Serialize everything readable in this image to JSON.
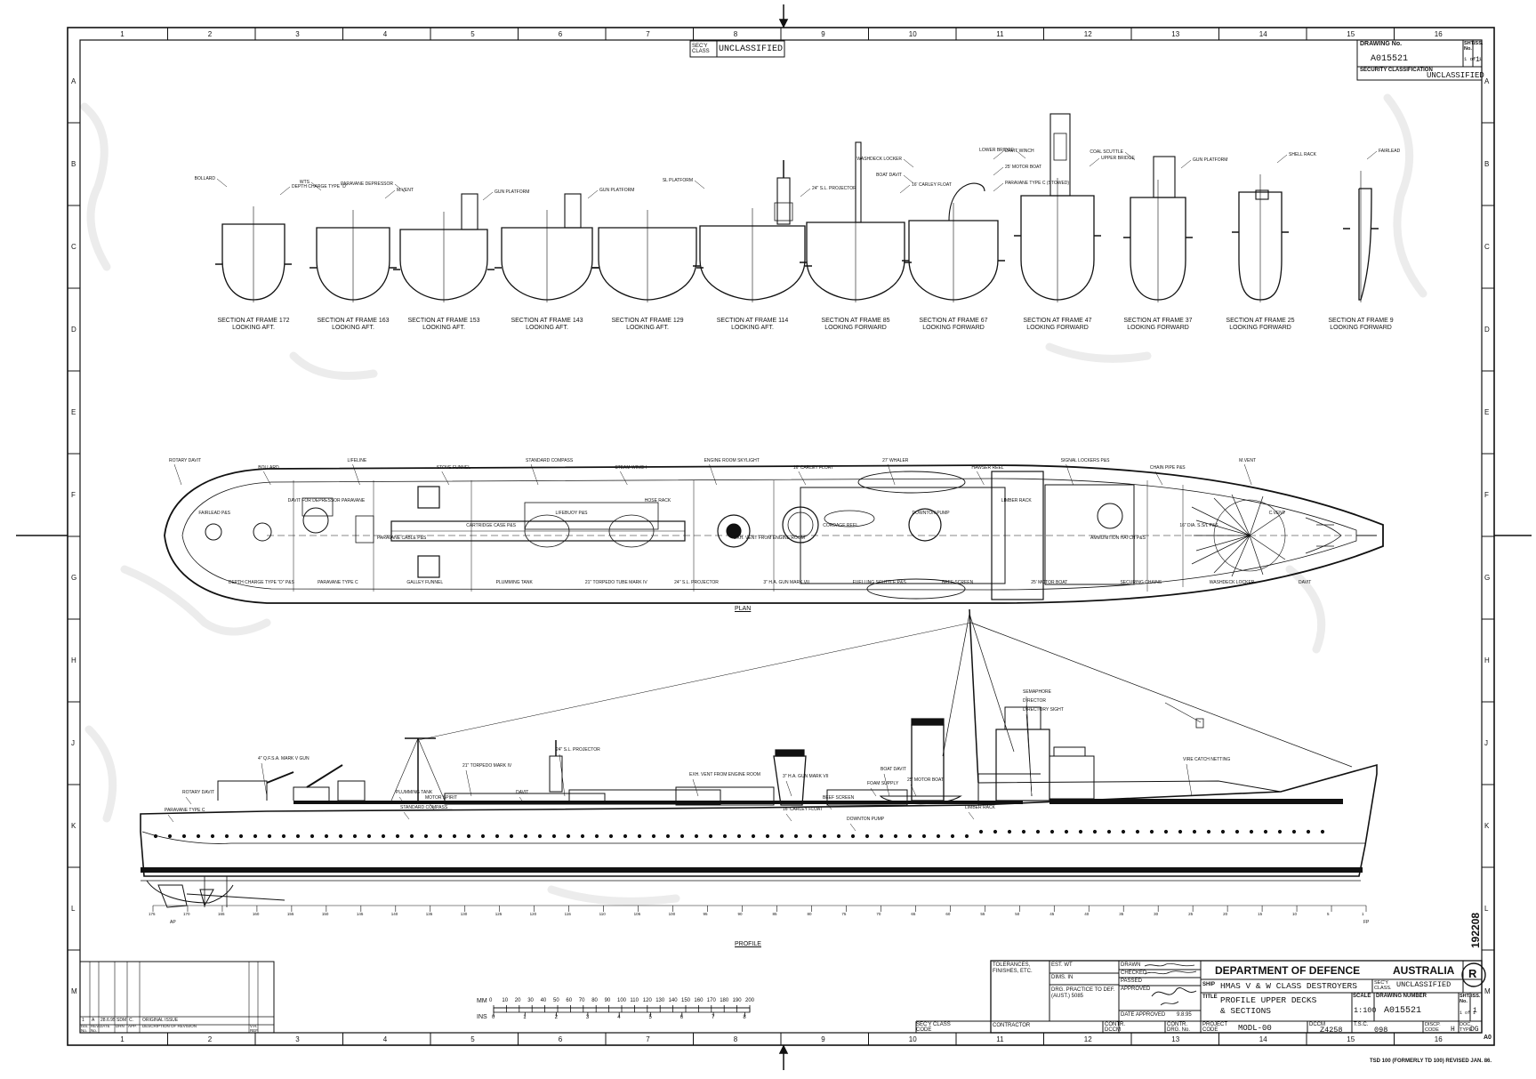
{
  "colors": {
    "ink": "#111111",
    "paper": "#ffffff",
    "smudge": "#ececec"
  },
  "border": {
    "columns": [
      "1",
      "2",
      "3",
      "4",
      "5",
      "6",
      "7",
      "8",
      "9",
      "10",
      "11",
      "12",
      "13",
      "14",
      "15",
      "16"
    ],
    "rows": [
      "A",
      "B",
      "C",
      "D",
      "E",
      "F",
      "G",
      "H",
      "J",
      "K",
      "L",
      "M"
    ],
    "sheet_size": "A0"
  },
  "security_top": {
    "label": "SEC'Y CLASS",
    "value": "UNCLASSIFIED"
  },
  "drawing_box": {
    "drawing_no_label": "DRAWING No.",
    "drawing_no": "A015521",
    "sheet_label": "SHT. No.",
    "sheet_value": "1 of 1",
    "issue_label": "ISS.",
    "issue_value": "1",
    "security_label": "SECURITY CLASSIFICATION",
    "security_value": "UNCLASSIFIED"
  },
  "sections": [
    {
      "label": "SECTION AT FRAME 172",
      "direction": "LOOKING AFT.",
      "callouts": [
        "DEPTH CHARGE TYPE \"D\"",
        "BOLLARD"
      ]
    },
    {
      "label": "SECTION AT FRAME 163",
      "direction": "LOOKING AFT.",
      "callouts": [
        "M.VENT",
        "WTS"
      ]
    },
    {
      "label": "SECTION AT FRAME 153",
      "direction": "LOOKING AFT.",
      "callouts": [
        "GUN PLATFORM",
        "PARAVANE DEPRESSOR"
      ]
    },
    {
      "label": "SECTION AT FRAME 143",
      "direction": "LOOKING AFT.",
      "callouts": [
        "GUN PLATFORM"
      ]
    },
    {
      "label": "SECTION AT FRAME 129",
      "direction": "LOOKING AFT.",
      "callouts": []
    },
    {
      "label": "SECTION AT FRAME 114",
      "direction": "LOOKING AFT.",
      "callouts": [
        "24\" S.L. PROJECTOR",
        "SL PLATFORM"
      ]
    },
    {
      "label": "SECTION AT FRAME 85",
      "direction": "LOOKING FORWARD",
      "callouts": [
        "16' CARLEY FLOAT"
      ]
    },
    {
      "label": "SECTION AT FRAME 67",
      "direction": "LOOKING FORWARD",
      "callouts": [
        "PARAVANE TYPE C (STOWED)",
        "BOAT DAVIT",
        "25' MOTOR BOAT",
        "WASHDECK LOCKER",
        "DAVIT WINCH"
      ]
    },
    {
      "label": "SECTION AT FRAME 47",
      "direction": "LOOKING FORWARD",
      "callouts": [
        "UPPER BRIDGE",
        "LOWER BRIDGE"
      ]
    },
    {
      "label": "SECTION AT FRAME 37",
      "direction": "LOOKING FORWARD",
      "callouts": [
        "GUN PLATFORM",
        "COAL SCUTTLE"
      ]
    },
    {
      "label": "SECTION AT FRAME 25",
      "direction": "LOOKING FORWARD",
      "callouts": [
        "SHELL RACK"
      ]
    },
    {
      "label": "SECTION AT FRAME 9",
      "direction": "LOOKING FORWARD",
      "callouts": [
        "FAIRLEAD"
      ]
    }
  ],
  "plan": {
    "title": "PLAN",
    "callouts": [
      "ROTARY DAVIT",
      "FAIRLEAD P&S",
      "DEPTH CHARGE TYPE \"D\" P&S",
      "BOLLARD",
      "DAVIT FOR DEPRESSOR PARAVANE",
      "PARAVANE TYPE C",
      "LIFELINE",
      "PARAVANE CABLE P&S",
      "GALLEY FUNNEL",
      "STOVE FUNNEL",
      "CARTRIDGE CASE P&S",
      "PLUMMING TANK",
      "STANDARD COMPASS",
      "LIFEBUOY P&S",
      "21\" TORPEDO TUBE MARK IV",
      "STEAM WINCH",
      "HOSE RACK",
      "24\" S.L. PROJECTOR",
      "ENGINE ROOM SKYLIGHT",
      "EXH. VENT FROM ENGINE ROOM",
      "3\" H.A. GUN MARK VII",
      "16' CARLEY FLOAT",
      "CORDAGE REEL",
      "FUELLING SCUTTLE P&S",
      "27' WHALER",
      "DOWNTON PUMP",
      "BEEF SCREEN",
      "HAWSER REEL",
      "LIMBER RACK",
      "25' MOTOR BOAT",
      "SIGNAL LOCKERS P&S",
      "AMMUNITION HATCH P&S",
      "SECURING CHAINS",
      "CHAIN PIPE P&S",
      "16\" DIA. S.S/L P&S",
      "WASHDECK LOCKER",
      "M.VENT",
      "C.VENT",
      "DAVIT"
    ]
  },
  "profile": {
    "title": "PROFILE",
    "callouts": [
      "ROTARY DAVIT",
      "PARAVANE TYPE C",
      "4\" Q.F.S.A. MARK V GUN",
      "PLUMMING TANK",
      "STANDARD COMPASS",
      "MOTOR SPIRIT",
      "21\" TORPEDO MARK IV",
      "DAVIT",
      "24\" S.L. PROJECTOR",
      "EXH. VENT FROM ENGINE ROOM",
      "3\" H.A. GUN MARK VII",
      "16' CARLEY FLOAT",
      "BEEF SCREEN",
      "DOWNTON PUMP",
      "FOAM SUPPLY",
      "BOAT DAVIT",
      "25' MOTOR BOAT",
      "LIMBER RACK",
      "SEMAPHORE",
      "DIRECTOR",
      "DIRECTORY SIGHT",
      "VIRE CATCH NETTING"
    ],
    "frames": [
      "175",
      "170",
      "165",
      "160",
      "155",
      "150",
      "145",
      "140",
      "135",
      "130",
      "125",
      "120",
      "115",
      "110",
      "105",
      "100",
      "95",
      "90",
      "85",
      "80",
      "75",
      "70",
      "65",
      "60",
      "55",
      "50",
      "45",
      "40",
      "35",
      "30",
      "25",
      "20",
      "15",
      "10",
      "5",
      "1"
    ],
    "ap_label": "AP",
    "fp_label": "FP"
  },
  "scale_bar": {
    "mm_label": "MM",
    "mm_ticks": [
      "0",
      "10",
      "20",
      "30",
      "40",
      "50",
      "60",
      "70",
      "80",
      "90",
      "100",
      "110",
      "120",
      "130",
      "140",
      "150",
      "160",
      "170",
      "180",
      "190",
      "200"
    ],
    "ins_label": "INS",
    "ins_ticks": [
      "0",
      "1",
      "2",
      "3",
      "4",
      "5",
      "6",
      "7",
      "8"
    ]
  },
  "revision_table": {
    "headers": [
      "ISS. No.",
      "REV. No.",
      "DATE",
      "DRN",
      "APP.",
      "DESCRIPTION OF REVISION",
      "V.H. REF"
    ],
    "rows": [
      [
        "1",
        "A",
        "28.6.95",
        "SDM",
        "C.",
        "ORIGINAL ISSUE",
        "",
        ""
      ]
    ]
  },
  "title_block": {
    "tolerances": "TOLERANCES, FINISHES, ETC.",
    "est_wt": "EST. WT",
    "dims_in": "DIMS. IN",
    "drg_practice": "DRG. PRACTICE TO DEF. (AUST.) 5085",
    "secy_class_code": "SEC'Y CLASS CODE",
    "contractor": "CONTRACTOR",
    "contr_dccm": "CONTR. DCCM",
    "contr_drg": "CONTR. DRG. No.",
    "drawn_label": "DRAWN",
    "checked_label": "CHECKED",
    "passed_label": "PASSED",
    "approved_label": "APPROVED",
    "date_approved_label": "DATE APPROVED",
    "date_approved_value": "9.8.95",
    "department": "DEPARTMENT OF DEFENCE",
    "country": "AUSTRALIA",
    "ship_label": "SHIP",
    "ship": "HMAS V & W CLASS DESTROYERS",
    "secy_class_label": "SEC'Y CLASS.",
    "secy_class_value": "UNCLASSIFIED",
    "title_label": "TITLE",
    "title_line1": "PROFILE UPPER DECKS",
    "title_line2": "& SECTIONS",
    "scale_label": "SCALE",
    "scale_value": "1:100",
    "drawing_number_label": "DRAWING NUMBER",
    "drawing_number": "A015521",
    "sht_label": "SHT. No.",
    "sht_value": "1 of 1",
    "iss_label": "ISS.",
    "iss_value": "1",
    "project_code_label": "PROJECT CODE",
    "project_code": "MODL-00",
    "dccm_label": "DCCM",
    "dccm_value": "Z4258",
    "tsc_label": "T.S.C.",
    "tsc_value": "098",
    "discp_code_label": "DISCP. CODE",
    "discp_code": "H",
    "doc_type_label": "DOC. TYPE",
    "doc_type": "DG",
    "logo_letter": "R"
  },
  "side_number": "192208",
  "footer_note": "TSD 100 (FORMERLY TD 100) REVISED JAN. 86."
}
